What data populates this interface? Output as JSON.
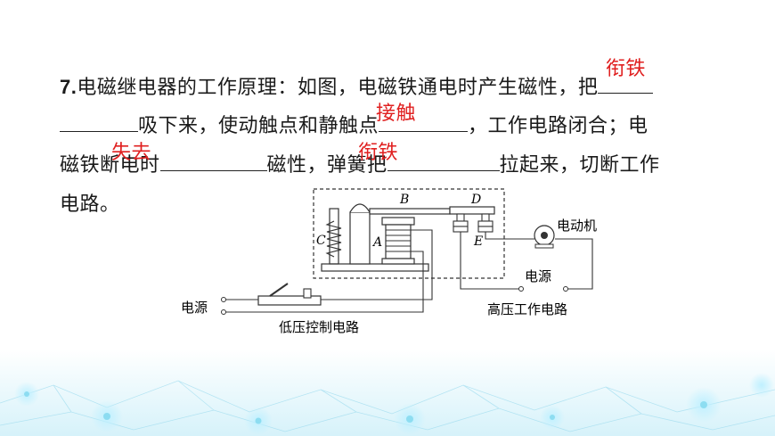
{
  "question": {
    "number": "7.",
    "line1_text": "电磁继电器的工作原理：如图，电磁铁通电时产生磁性，把",
    "line2_a": "吸下来，使动触点和静触点",
    "line2_b": "，工作电路闭合；电",
    "line3_a": "磁铁断电时",
    "line3_b": "磁性，弹簧把",
    "line3_c": "拉起来，切断工作",
    "line4": "电路。",
    "answers": {
      "blank1": "衔铁",
      "blank2": "接触",
      "blank3": "失去",
      "blank4": "衔铁"
    }
  },
  "diagram": {
    "labels": {
      "A": "A",
      "B": "B",
      "C": "C",
      "D": "D",
      "E": "E"
    },
    "motor_label": "电动机",
    "power_left": "电源",
    "power_right": "电源",
    "low_circuit": "低压控制电路",
    "high_circuit": "高压工作电路"
  },
  "colors": {
    "answer": "#e02020",
    "decor": "#6fd0e8"
  }
}
